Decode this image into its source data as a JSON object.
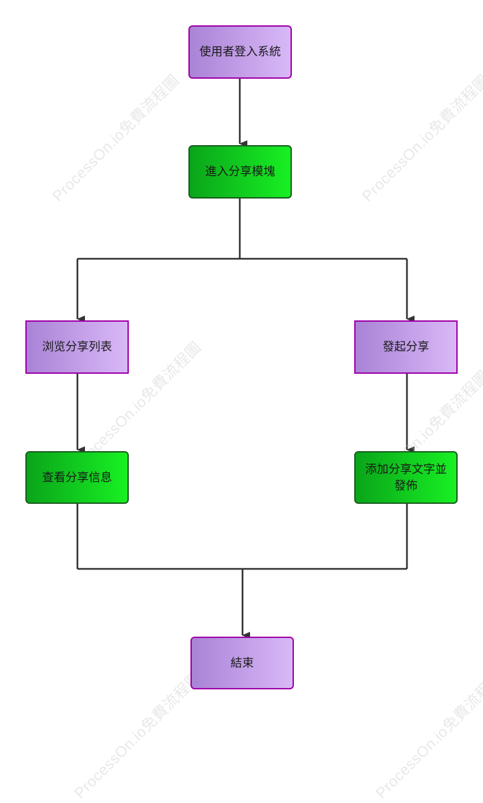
{
  "watermark": {
    "text": "ProcessOn.io免費流程圖"
  },
  "nodes": {
    "login": "使用者登入系統",
    "enter": "進入分享模塊",
    "browse": "浏览分享列表",
    "initiate": "發起分享",
    "view": "查看分享信息",
    "add": "添加分享文字並發佈",
    "end": "結束"
  },
  "colors": {
    "purple_border": "#a000a8",
    "purple_fill": "#c9a6f0",
    "green_border": "#1b5e20",
    "green_fill": "#12d01f",
    "connector": "#333333"
  }
}
